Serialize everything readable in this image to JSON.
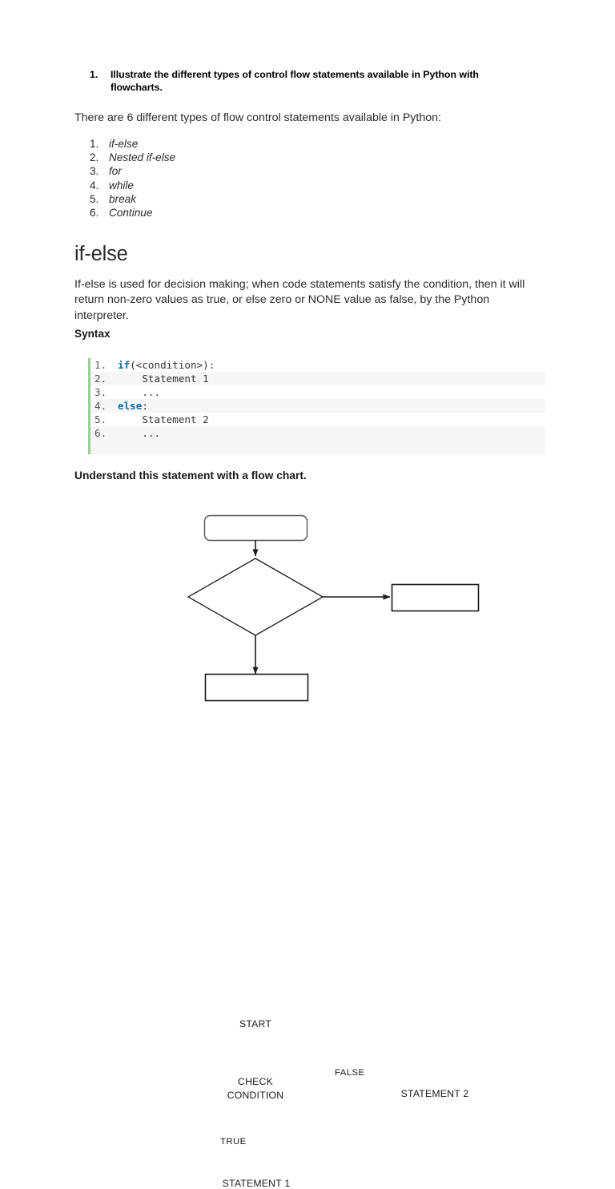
{
  "document": {
    "question": {
      "number": "1.",
      "text": "Illustrate the different types of control flow statements available in Python with flowcharts."
    },
    "intro_paragraph": "There are 6 different types of flow control statements available in Python:",
    "types_list": [
      {
        "number": "1.",
        "label": "if-else"
      },
      {
        "number": "2.",
        "label": "Nested if-else"
      },
      {
        "number": "3.",
        "label": "for"
      },
      {
        "number": "4.",
        "label": "while"
      },
      {
        "number": "5.",
        "label": "break"
      },
      {
        "number": "6.",
        "label": "Continue"
      }
    ],
    "section_heading": "if-else",
    "body_paragraph": "If-else is used for decision making; when code statements satisfy the condition, then it will return non-zero values as true, or else zero or NONE value as false, by the Python interpreter.",
    "syntax_label": "Syntax",
    "code_block": {
      "language": "python",
      "accent_color": "#8fd48f",
      "keyword_color": "#0b6ca8",
      "stripe_color": "#f6f6f6",
      "lines": [
        {
          "number": "1.",
          "keyword": "if",
          "rest": "(<condition>):"
        },
        {
          "number": "2.",
          "keyword": "",
          "rest": "    Statement 1"
        },
        {
          "number": "3.",
          "keyword": "",
          "rest": "    ..."
        },
        {
          "number": "4.",
          "keyword": "else",
          "rest": ":"
        },
        {
          "number": "5.",
          "keyword": "",
          "rest": "    Statement 2"
        },
        {
          "number": "6.",
          "keyword": "",
          "rest": "    ..."
        }
      ]
    },
    "understand_line": "Understand this statement with a flow chart.",
    "flowchart": {
      "start_label": "START",
      "decision_line1": "CHECK",
      "decision_line2": "CONDITION",
      "false_branch_label": "FALSE",
      "true_branch_label": "TRUE",
      "false_target_label": "STATEMENT 2",
      "true_target_label": "STATEMENT 1",
      "stroke_color": "#1a1a1a"
    }
  }
}
